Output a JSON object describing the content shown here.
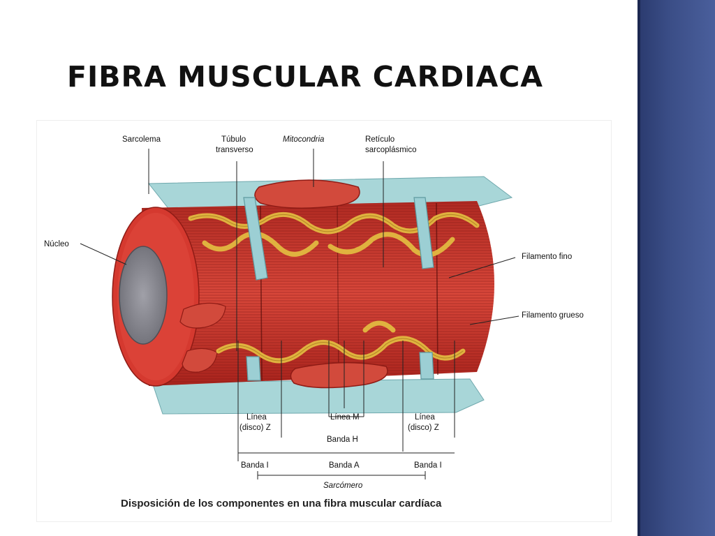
{
  "slide": {
    "title": "FIBRA MUSCULAR CARDIACA"
  },
  "figure": {
    "labels": {
      "sarcolema": "Sarcolema",
      "tubulo_line1": "Túbulo",
      "tubulo_line2": "transverso",
      "mitocondria": "Mitocondria",
      "reticulo_line1": "Retículo",
      "reticulo_line2": "sarcoplásmico",
      "nucleo": "Núcleo",
      "filamento_fino": "Filamento fino",
      "filamento_grueso": "Filamento grueso",
      "linea_z_left_line1": "Línea",
      "linea_z_left_line2": "(disco) Z",
      "linea_m": "Línea M",
      "linea_z_right_line1": "Línea",
      "linea_z_right_line2": "(disco) Z",
      "banda_h": "Banda H",
      "banda_i_left": "Banda I",
      "banda_a": "Banda A",
      "banda_i_right": "Banda I",
      "sarcomero": "Sarcómero"
    },
    "caption": "Disposición de los componentes en una fibra muscular cardíaca"
  },
  "colors": {
    "sidebar": "#3a4d86",
    "muscle": "#c8322a",
    "reticulum": "#e0b23f",
    "tubule": "#9ccfd4",
    "nucleus": "#8a8a92"
  }
}
